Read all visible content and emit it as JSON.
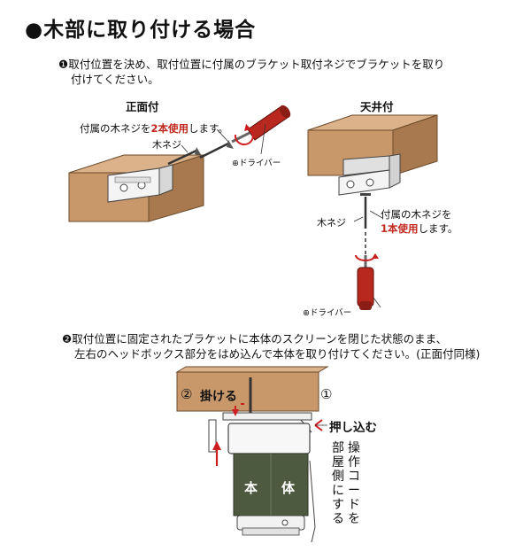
{
  "title": "●木部に取り付ける場合",
  "step1": {
    "line1": "❶取付位置を決め、取付位置に付属のブラケット取付ネジでブラケットを取り",
    "line2": "付けてください。"
  },
  "front": {
    "heading": "正面付",
    "note_pre": "付属の木ネジを",
    "note_red": "2本使用",
    "note_post": "します。",
    "screw_label": "木ネジ",
    "driver_label": "⊕ドライバー"
  },
  "ceiling": {
    "heading": "天井付",
    "note_line1": "付属の木ネジを",
    "note_red": "1本使用",
    "note_post": "します。",
    "screw_label": "木ネジ",
    "driver_label": "⊕ドライバー"
  },
  "step2": {
    "line1": "❷取付位置に固定されたブラケットに本体のスクリーンを閉じた状態のまま、",
    "line2": "左右のヘッドボックス部分をはめ込んで本体を取り付けてください。(正面付同様)"
  },
  "mount": {
    "num2": "②",
    "hook": "掛ける",
    "num1": "①",
    "push": "押し込む",
    "body_char1": "本",
    "body_char2": "体",
    "cord_col1": "操作コードを",
    "cord_col2": "部屋側にする"
  },
  "colors": {
    "wood": "#c9986a",
    "wood_dark": "#a8794e",
    "driver_red": "#b8281e",
    "red_arrow": "#cc1f1f",
    "screen_green": "#4d5a40"
  }
}
